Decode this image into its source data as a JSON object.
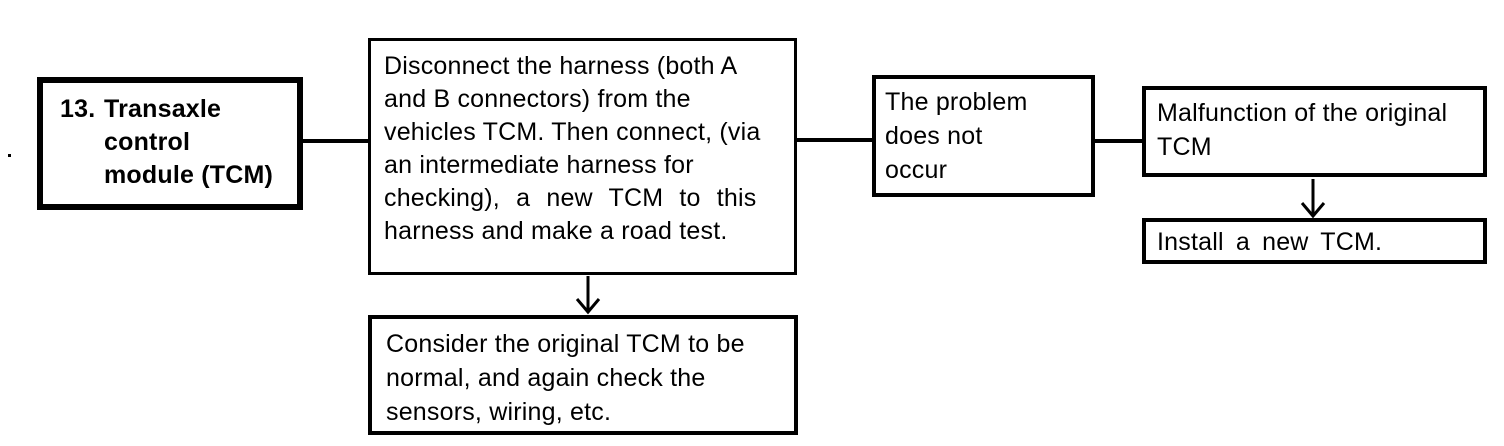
{
  "diagram": {
    "background_color": "#ffffff",
    "ink_color": "#000000",
    "flow": {
      "step_box": {
        "number": "13.",
        "lines": [
          "Transaxle",
          "control",
          "module (TCM)"
        ]
      },
      "action_box": {
        "lines": [
          "Disconnect the harness (both A",
          "and B connectors) from the",
          "vehicles TCM. Then connect, (via",
          "an intermediate harness for",
          "checking), a new TCM to this",
          "harness and make a road test."
        ]
      },
      "result_box": {
        "lines": [
          "The problem",
          "does not",
          "occur"
        ]
      },
      "diagnosis_box": {
        "lines": [
          "Malfunction of the original",
          "TCM"
        ]
      },
      "remedy_box": {
        "text": "Install a new TCM."
      },
      "alternative_box": {
        "lines": [
          "Consider the original TCM to be",
          "normal, and again check the",
          "sensors, wiring, etc."
        ]
      }
    }
  }
}
